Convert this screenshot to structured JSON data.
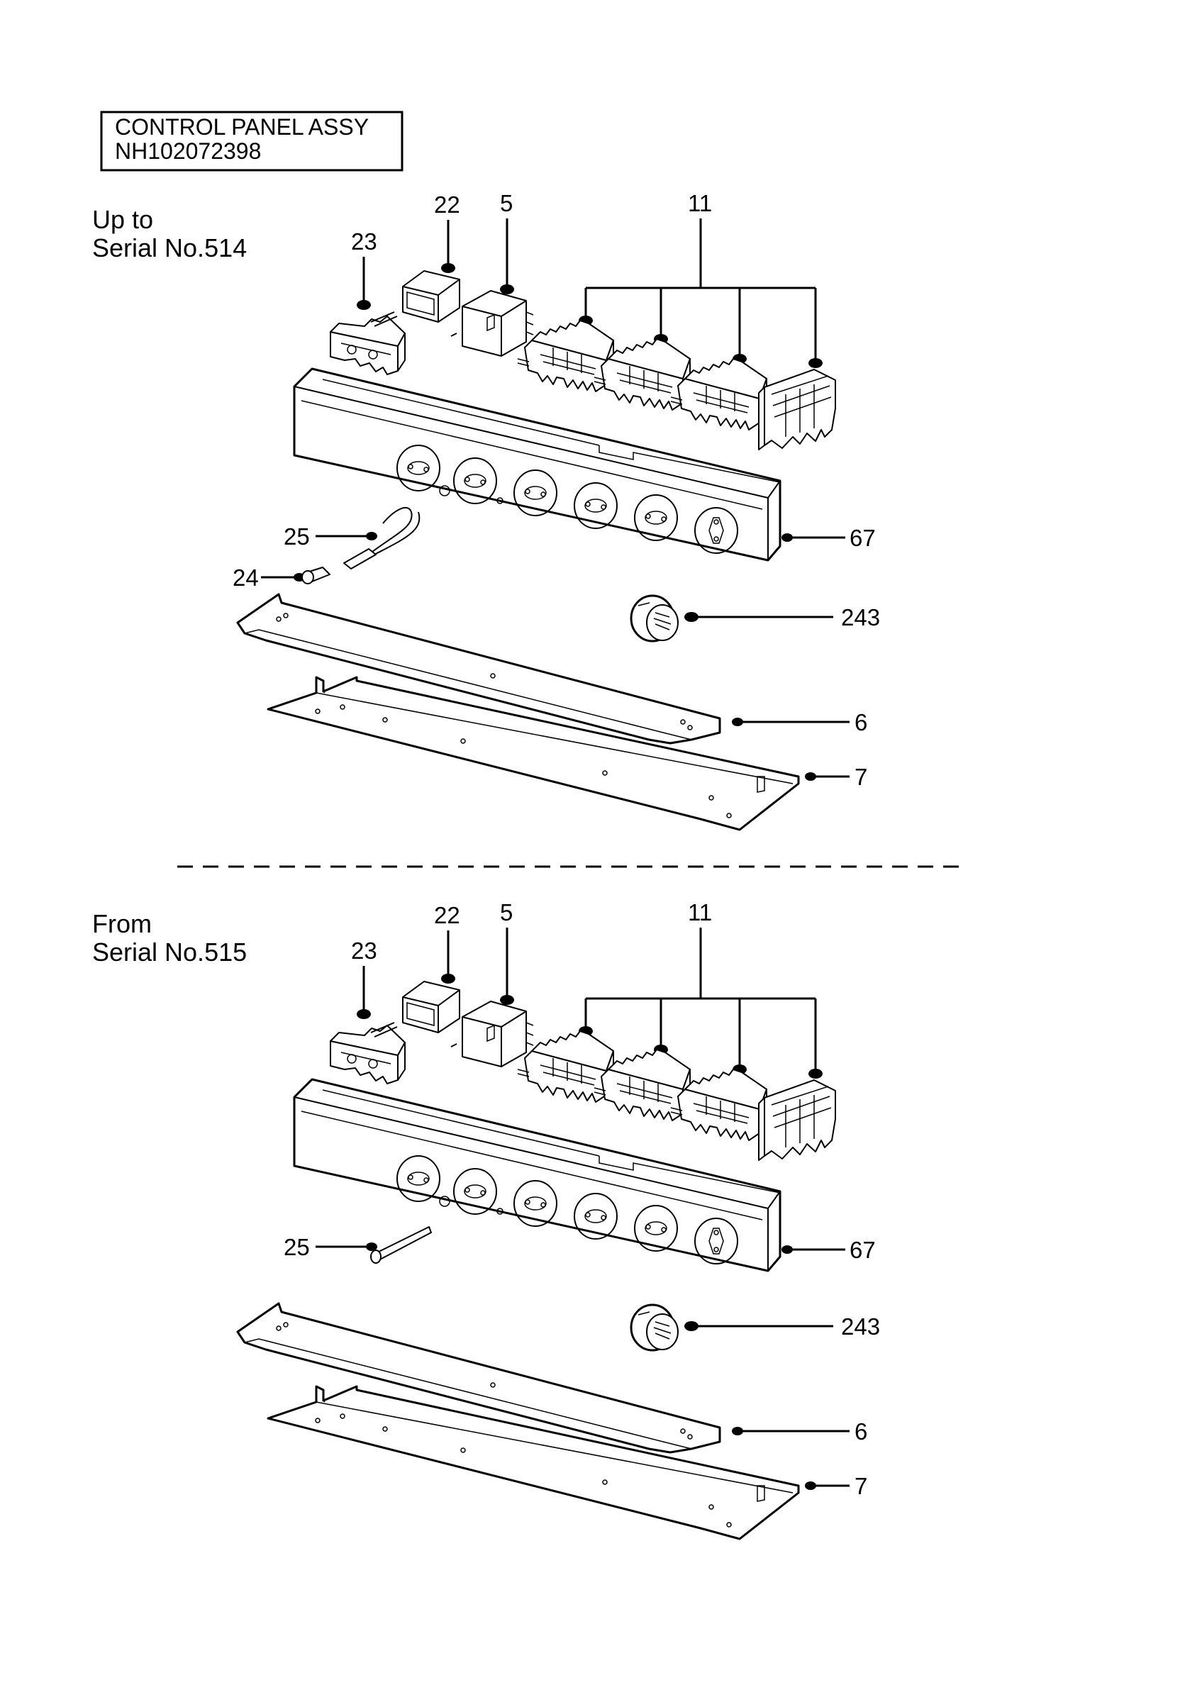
{
  "title_box": {
    "line1": "CONTROL PANEL ASSY",
    "line2": "NH102072398"
  },
  "sections": [
    {
      "label_line1": "Up to",
      "label_line2": "Serial No.514",
      "callouts": {
        "c22": "22",
        "c5": "5",
        "c11": "11",
        "c23": "23",
        "c25": "25",
        "c24": "24",
        "c67": "67",
        "c243": "243",
        "c6": "6",
        "c7": "7"
      }
    },
    {
      "label_line1": "From",
      "label_line2": "Serial No.515",
      "callouts": {
        "c22": "22",
        "c5": "5",
        "c11": "11",
        "c23": "23",
        "c25": "25",
        "c67": "67",
        "c243": "243",
        "c6": "6",
        "c7": "7"
      }
    }
  ]
}
